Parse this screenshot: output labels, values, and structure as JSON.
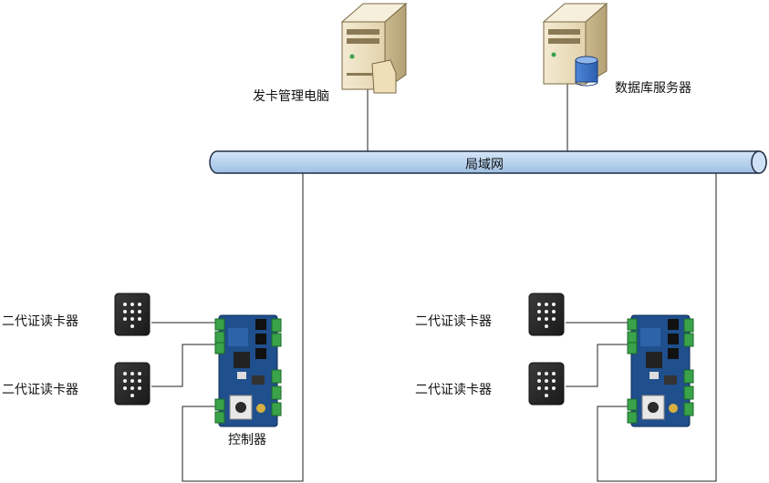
{
  "network": {
    "label": "局域网"
  },
  "pc": {
    "label": "发卡管理电脑",
    "icon": "server-with-card-icon"
  },
  "db": {
    "label": "数据库服务器",
    "icon": "database-server-icon"
  },
  "left_group": {
    "reader_top_label": "二代证读卡器",
    "reader_bottom_label": "二代证读卡器",
    "controller_label": "控制器"
  },
  "right_group": {
    "reader_top_label": "二代证读卡器",
    "reader_bottom_label": "二代证读卡器"
  },
  "colors": {
    "bus_fill": "#b8d3ee",
    "bus_stroke": "#1e2d44",
    "board": "#1f4f8c",
    "terminal": "#3aa34a",
    "reader": "#2a2a2a"
  }
}
